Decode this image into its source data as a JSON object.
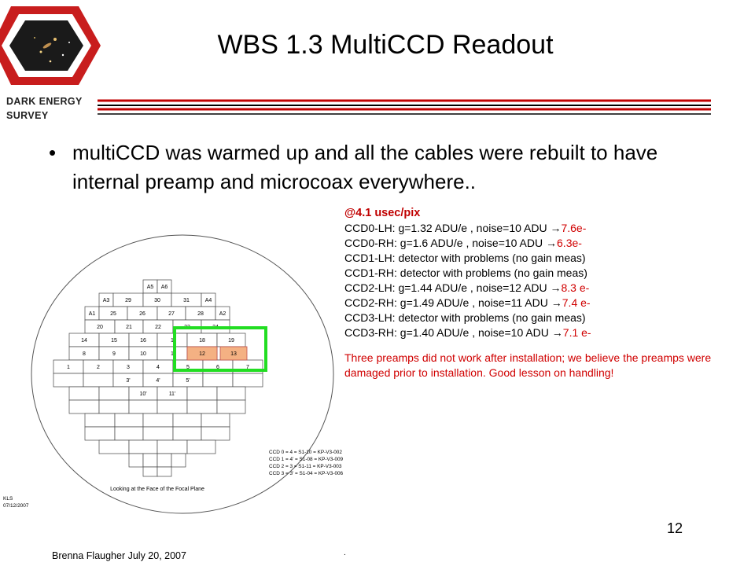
{
  "logo": {
    "line1": "DARK ENERGY",
    "line2": "SURVEY"
  },
  "title": "WBS 1.3 MultiCCD Readout",
  "bullet": {
    "symbol": "•",
    "text": "multiCCD was warmed up and all the cables were rebuilt to have internal preamp and microcoax everywhere.."
  },
  "info": {
    "heading": "@4.1 usec/pix",
    "rows": [
      {
        "label": "CCD0-LH: g=1.32 ADU/e , noise=10 ADU ",
        "arrow": "→",
        "result": "7.6e-"
      },
      {
        "label": "CCD0-RH: g=1.6 ADU/e , noise=10 ADU ",
        "arrow": "→",
        "result": "6.3e-"
      },
      {
        "label": "CCD1-LH: detector with problems (no gain meas)",
        "arrow": "",
        "result": ""
      },
      {
        "label": "CCD1-RH: detector with problems (no gain meas)",
        "arrow": "",
        "result": ""
      },
      {
        "label": "CCD2-LH: g=1.44 ADU/e , noise=12 ADU ",
        "arrow": "→",
        "result": "8.3 e-"
      },
      {
        "label": "CCD2-RH: g=1.49 ADU/e , noise=11 ADU ",
        "arrow": "→",
        "result": "7.4 e-"
      },
      {
        "label": "CCD3-LH: detector with problems (no gain meas)",
        "arrow": "",
        "result": ""
      },
      {
        "label": "CCD3-RH: g=1.40 ADU/e , noise=10 ADU ",
        "arrow": "→",
        "result": "7.1 e-"
      }
    ],
    "note": "Three preamps did not work after installation; we believe the preamps were damaged prior to installation. Good lesson on handling!"
  },
  "focal_plane": {
    "caption": "Looking at the Face of the Focal Plane",
    "kls_name": "KLS",
    "kls_date": "07/12/2007",
    "legend": [
      "CCD 0 = 4 = S1-10 = KP-V3-002",
      "CCD 1 = 4' = S1-08 = KP-V3-009",
      "CCD 2 = 3 = S1-11 = KP-V3-003",
      "CCD 3 = 3' = S1-04 = KP-V3-006"
    ],
    "labels": {
      "a5": "A5",
      "a6": "A6",
      "a3": "A3",
      "n29": "29",
      "n30": "30",
      "n31": "31",
      "a4": "A4",
      "a1": "A1",
      "n25": "25",
      "n26": "26",
      "n27": "27",
      "n28": "28",
      "a2": "A2",
      "n20": "20",
      "n21": "21",
      "n22": "22",
      "n23": "23",
      "n24": "24",
      "n14": "14",
      "n15": "15",
      "n16": "16",
      "n17": "1",
      "n18": "18",
      "n19": "19",
      "n8": "8",
      "n9": "9",
      "n10": "10",
      "n11": "1",
      "n12": "12",
      "n13": "13",
      "n1": "1",
      "n2": "2",
      "n3": "3",
      "n4": "4",
      "n5": "5",
      "n6": "6",
      "n7": "7",
      "p3": "3'",
      "p4": "4'",
      "p5": "5'",
      "p10": "10'",
      "p11": "11'"
    },
    "highlight_color": "#22dd22",
    "ccd_fill_color": "#f4b183"
  },
  "page_number": "12",
  "footer": "Brenna Flaugher July 20, 2007",
  "bottom_mark": "."
}
